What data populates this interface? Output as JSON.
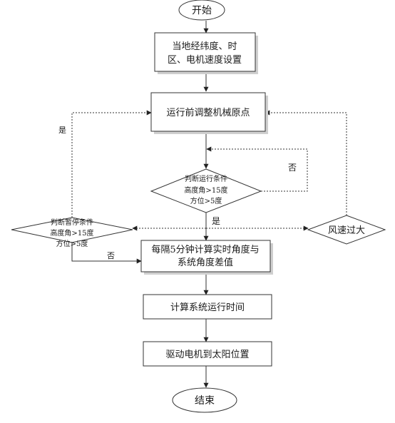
{
  "nodes": {
    "start": "开始",
    "setup_line1": "当地经纬度、时",
    "setup_line2": "区、电机速度设置",
    "calibrate": "运行前调整机械原点",
    "check_run_line1": "判断运行条件",
    "check_run_line2": "高度角>15度",
    "check_run_line3": "方位>5度",
    "check_pause_line1": "判断暂停条件",
    "check_pause_line2": "高度角>15度",
    "check_pause_line3": "方位>5度",
    "wind": "风速过大",
    "compute_diff_line1": "每隔5分钟计算实时角度与",
    "compute_diff_line2": "系统角度差值",
    "compute_time": "计算系统运行时间",
    "drive": "驱动电机到太阳位置",
    "end": "结束"
  },
  "edge_labels": {
    "run_no": "否",
    "run_yes": "是",
    "pause_yes": "是",
    "pause_no": "否"
  }
}
